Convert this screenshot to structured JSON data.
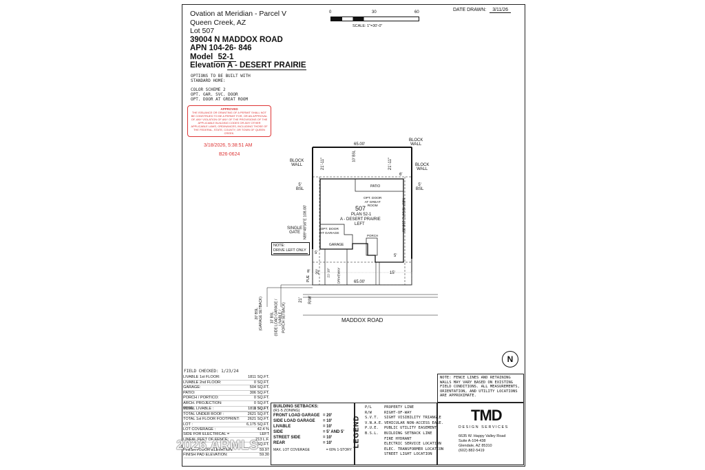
{
  "title_block": {
    "line1": "Ovation at Meridian - Parcel V",
    "line2": "Queen Creek, AZ",
    "lot": "Lot  507",
    "address": "39004 N MADDOX ROAD",
    "apn": "APN 104-26- 846",
    "model_label": "Model",
    "model_value": "52-1",
    "elevation_label": "Elevation",
    "elevation_value": "A - DESERT PRAIRIE"
  },
  "options": {
    "line1": "OPTIONS TO BE BUILT WITH",
    "line2": "STANDARD HOME:",
    "line3": "COLOR SCHEME 2",
    "line4": "OPT. GAR. SVC. DOOR",
    "line5": "OPT. DOOR AT GREAT ROOM"
  },
  "stamp": {
    "heading": "APPROVED",
    "body": "THE ISSUANCE OR GRANTING OF A PERMIT SHALL NOT BE CONSTRUED TO BE A PERMIT FOR, OR AN APPROVAL OF, ANY VIOLATION OF ANY OF THE PROVISIONS OF THE APPLICABLE BUILDING CODES OR ANY OTHER APPLICABLE LAWS, ORDINANCES, INCLUDING THOSE OF THE FEDERAL, STATE, COUNTY, OR TOWN OF QUEEN CREEK.",
    "date": "3/18/2026, 5:38:51 AM",
    "permit": "B26-0624"
  },
  "scale": {
    "t0": "0",
    "t30": "30",
    "t60": "60",
    "label": "SCALE: 1\"=30'-0\""
  },
  "date_drawn": {
    "label": "DATE DRAWN:",
    "value": "3/11/26"
  },
  "plan": {
    "block_wall": "BLOCK\nWALL",
    "block_wall_left": "BLOCK\nWALL",
    "block_wall_right": "BLOCK\nWALL",
    "top_dim": "65.00'",
    "bottom_dim": "65.00'",
    "rear_setback_1": "21'-11\"",
    "rear_setback_2": "21'-11\"",
    "bsl_10": "10' BSL",
    "patio": "PATIO",
    "opt_door_great": "OPT. DOOR\nAT GREAT\nROOM",
    "lot_no": "507",
    "plan_name": "PLAN 52-1",
    "elev_name": "A - DESERT PRAIRIE",
    "hand": "LEFT",
    "opt_door_garage": "OPT. DOOR\nAT GARAGE",
    "garage": "GARAGE",
    "porch": "PORCH",
    "single_gate": "SINGLE\nGATE",
    "left_bsl": "5'\nBSL",
    "right_bsl": "5'\nBSL",
    "left_bearing": "N89°48'56\"E 108.00'",
    "right_bearing": "N89°48'56\"E 108.00'",
    "note_label": "NOTE:",
    "note_text": "DRIVE LEFT ONLY",
    "driveway": "DRIVEWAY",
    "dim_20": "20'",
    "dim_21_10": "21'-10\"",
    "dim_15": "15'",
    "dim_5a": "5'",
    "dim_5b": "5'",
    "dim_6": "6'",
    "pue": "PUE",
    "dim_8": "8'",
    "rw_21": "21'",
    "rw": "R/W",
    "road": "MADDOX ROAD",
    "bsl20": "20' BSL\n(GARAGE SETBACK)",
    "bsl10": "10' BSL\n(SIDE LOAD GARAGE /\nLIVABLE /\nPORCH SETBACK)",
    "north": "N"
  },
  "field_checked": "FIELD CHECKED: 1/23/24",
  "areas": [
    [
      "LIVABLE 1st FLOOR:",
      "1811 SQ.FT."
    ],
    [
      "LIVABLE 2nd FLOOR:",
      "0 SQ.FT."
    ],
    [
      "GARAGE:",
      "504 SQ.FT."
    ],
    [
      "PATIO:",
      "306 SQ.FT."
    ],
    [
      "PORCH / PORTICO:",
      "0 SQ.FT."
    ],
    [
      "ARCH. PROJECTION:",
      "0 SQ.FT."
    ],
    [
      "MISC:",
      "0 SQ.FT."
    ]
  ],
  "totals": [
    [
      "TOTAL LIVABLE :",
      "1811 SQ.FT."
    ],
    [
      "TOTAL UNDER ROOF :",
      "2621 SQ.FT."
    ],
    [
      "TOTAL 1st FLOOR FOOTPRINT:",
      "2621 SQ.FT."
    ],
    [
      "LOT :",
      "6,175 SQ.FT."
    ],
    [
      "LOT COVERAGE :",
      "42.4  %"
    ]
  ],
  "misc_rows": [
    [
      "SIDE FOR ELECTRICAL =",
      "LEFT"
    ],
    [
      "LINEAL FEET OF FENCE:",
      "213  L.F."
    ],
    [
      "",
      "SQ.FT."
    ],
    [
      "FINISH FLOOR ELEVATION:",
      "59.97"
    ],
    [
      "FINISH PAD ELEVATION:",
      "59.30"
    ]
  ],
  "setbacks": {
    "title": "BUILDING SETBACKS:",
    "zoning": "(R1-5 ZONING)",
    "rows": [
      [
        "FRONT LOAD GARAGE",
        "= 20'"
      ],
      [
        "SIDE LOAD GARAGE",
        "= 10'"
      ],
      [
        "LIVABLE",
        "= 10'"
      ],
      [
        "SIDE",
        "= 5' AND 5'"
      ],
      [
        "STREET SIDE",
        "= 10'"
      ],
      [
        "REAR",
        "= 10'"
      ]
    ],
    "coverage": "MAX. LOT COVERAGE",
    "coverage_val": "= 60% 1-STORY"
  },
  "legend": {
    "title": "LEGEND",
    "rows": [
      [
        "P/L",
        "PROPERTY LINE"
      ],
      [
        "R/W",
        "RIGHT-OF-WAY"
      ],
      [
        "S.V.T.",
        "SIGHT VISIBILITY TRIANGLE"
      ],
      [
        "V.N.A.E.",
        "VEHICULAR NON-ACCESS EASE."
      ],
      [
        "P.U.E.",
        "PUBLIC UTILITY EASEMENT"
      ],
      [
        "B.S.L.",
        "BUILDING SETBACK LINE"
      ],
      [
        "",
        "FIRE HYDRANT"
      ],
      [
        "",
        "ELECTRIC SERVICE LOCATION"
      ],
      [
        "",
        "ELEC. TRANSFORMER LOCATION"
      ],
      [
        "",
        "STREET LIGHT LOCATION"
      ]
    ]
  },
  "notes_box": "NOTE: FENCE LINES AND RETAINING WALLS MAY VARY BASED ON EXISTING FIELD CONDITIONS. ALL MEASUREMENTS, ORIENTATION, AND UTILITY LOCATIONS ARE APPROXIMATE.",
  "tmd": {
    "logo": "TMD",
    "sub": "DESIGN SERVICES",
    "addr1": "6635 W. Happy Valley Road",
    "addr2": "Suite A-104-438",
    "addr3": "Glendale, AZ 85310",
    "phone": "(602) 882-5419"
  },
  "watermark": "2026 ARMLS"
}
